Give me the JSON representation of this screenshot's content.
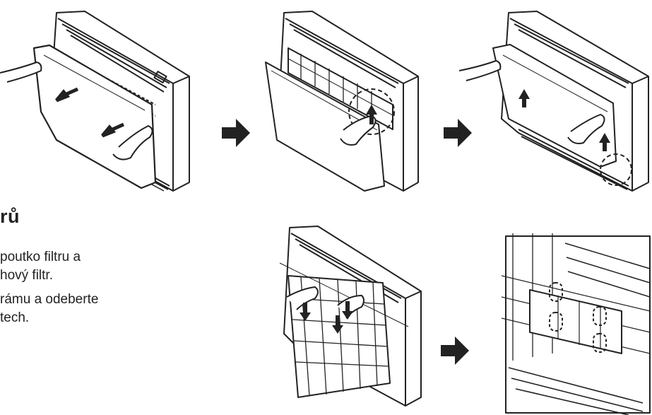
{
  "section": {
    "heading": "rů",
    "steps": [
      {
        "line1": "poutko filtru a",
        "line2": "hový filtr."
      },
      {
        "line1": "rámu a odeberte",
        "line2": "tech."
      }
    ]
  },
  "icons": {
    "flow_arrow": "right-arrow-icon"
  },
  "colors": {
    "ink": "#222222",
    "background": "#ffffff"
  }
}
